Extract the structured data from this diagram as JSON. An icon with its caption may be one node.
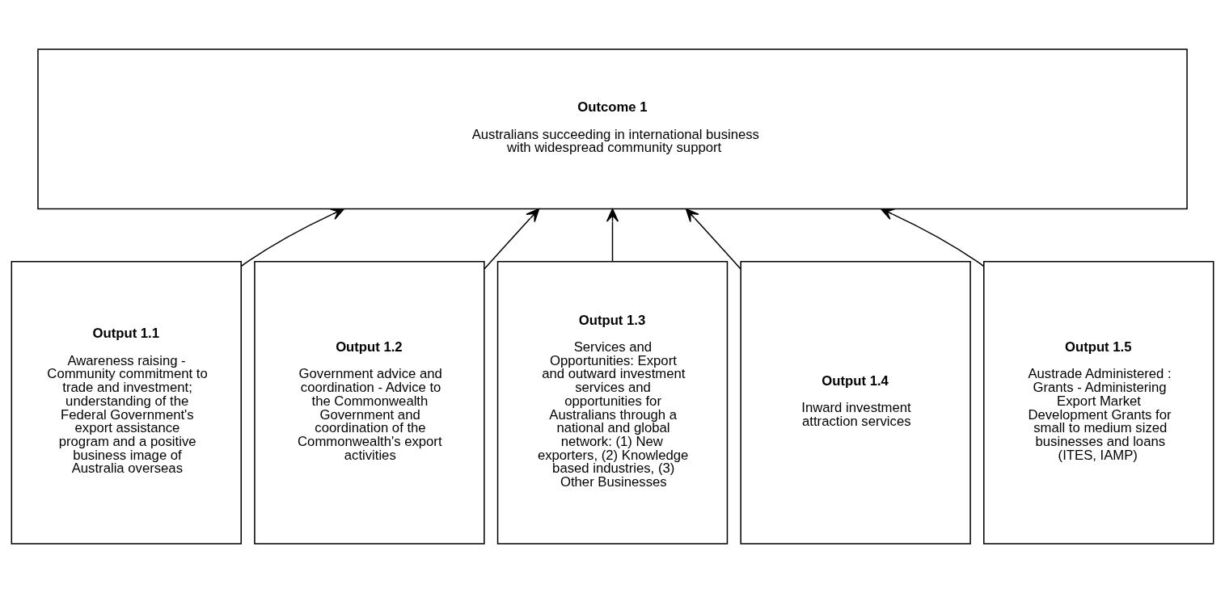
{
  "diagram": {
    "nodes": [
      {
        "text": [
          "Outcome 1",
          "Australians succeeding in international business with widespread community support"
        ]
      },
      {
        "text": [
          "Output 1.1",
          "Awareness raising - Community commitment to trade and investment; understanding of the Federal Government's export assistance program and a positive business image of Australia overseas"
        ]
      },
      {
        "text": [
          "Output 1.2",
          "Government advice and coordination - Advice to the Commonwealth Government and coordination of the Commonwealth's export activities"
        ]
      },
      {
        "text": [
          "Output 1.3",
          "Services and Opportunities: Export and outward investment services and opportunities for Australians through a national and global network: (1) New exporters, (2) Knowledge based industries, (3) Other Businesses"
        ]
      },
      {
        "text": [
          "Output 1.4",
          "Inward investment attraction services"
        ]
      },
      {
        "text": [
          "Output 1.5",
          "Austrade Administered : Grants - Administering Export Market Development Grants for small to medium sized businesses and loans (ITES, IAMP)"
        ]
      }
    ],
    "edges": [
      {
        "from": 1,
        "to": 0,
        "arrow": "to"
      },
      {
        "from": 2,
        "to": 0,
        "arrow": "to"
      },
      {
        "from": 3,
        "to": 0,
        "arrow": "to"
      },
      {
        "from": 4,
        "to": 0,
        "arrow": "to"
      },
      {
        "from": 5,
        "to": 0,
        "arrow": "to"
      }
    ]
  }
}
